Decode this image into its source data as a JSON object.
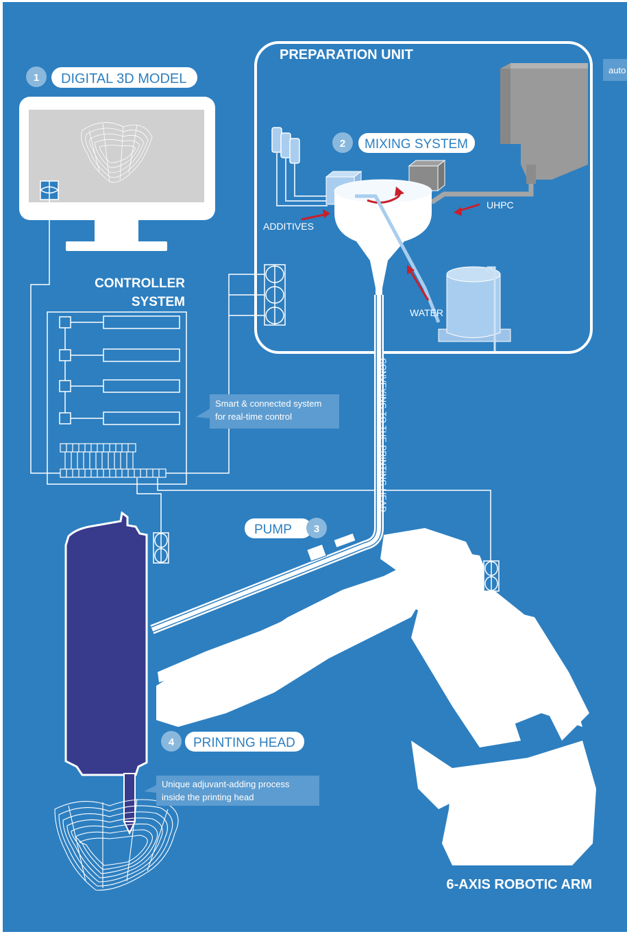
{
  "steps": {
    "s1": {
      "num": "1",
      "label": "DIGITAL 3D MODEL"
    },
    "s2": {
      "num": "2",
      "label": "MIXING SYSTEM"
    },
    "s3": {
      "num": "3",
      "label": "PUMP"
    },
    "s4": {
      "num": "4",
      "label": "PRINTING HEAD"
    }
  },
  "preparation_unit": {
    "title": "PREPARATION UNIT",
    "silo_note": "auto",
    "labels": {
      "additives": "ADDITIVES",
      "uhpc": "UHPC",
      "water": "WATER"
    }
  },
  "controller": {
    "title_line1": "CONTROLLER",
    "title_line2": "SYSTEM",
    "note_line1": "Smart & connected system",
    "note_line2": "for real-time control"
  },
  "conveying": "CONVEYING TO THE PRINTING HEAD",
  "printing_note": {
    "line1": "Unique adjuvant-adding process",
    "line2": "inside the printing head"
  },
  "robot_label": "6-AXIS ROBOTIC ARM",
  "colors": {
    "background": "#2d7fc0",
    "white": "#ffffff",
    "head": "#383a8c",
    "silo": "#9a9a9a",
    "water_tank": "#a9cdee",
    "arrow_red": "#c8202b",
    "screen": "#d0d0d0",
    "step_circle": "#8ab8dd"
  }
}
